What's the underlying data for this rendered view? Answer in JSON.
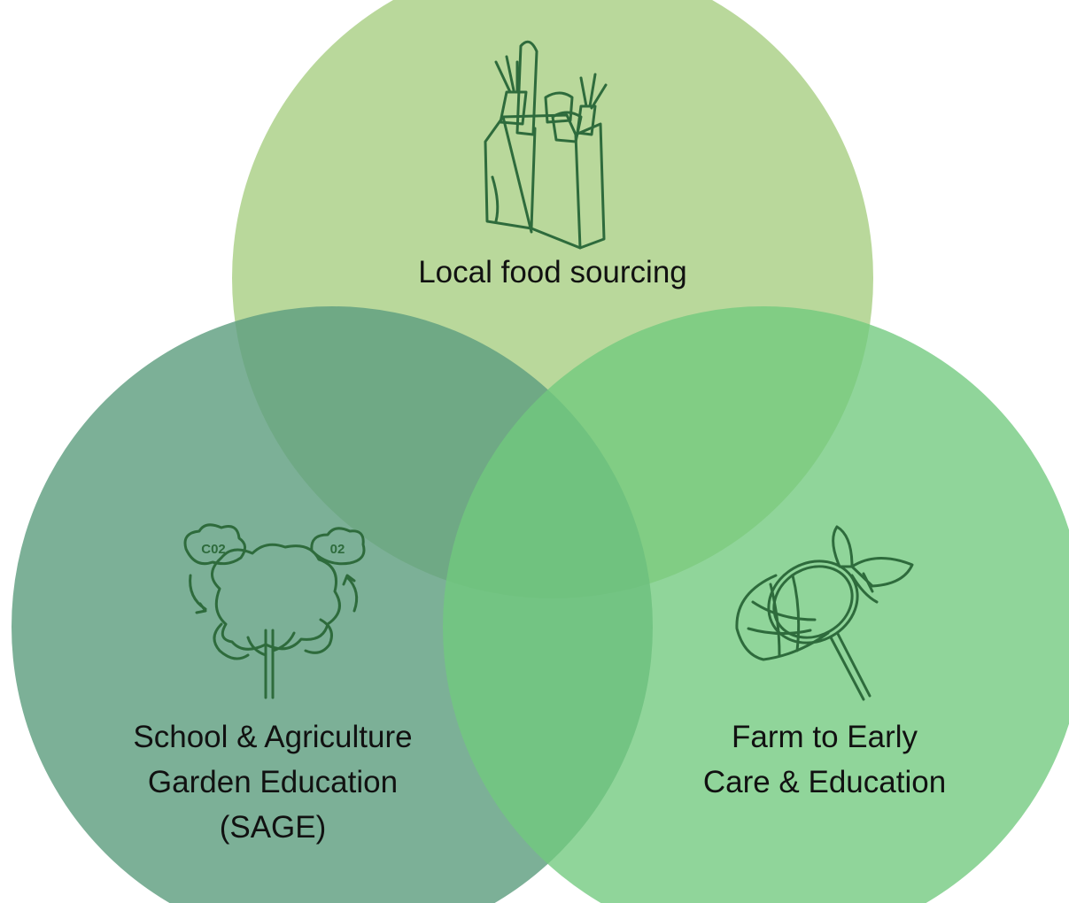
{
  "diagram": {
    "type": "venn",
    "colors": {
      "top_circle": "#a9cf85",
      "left_circle": "#5f9f80",
      "right_circle": "#71c97d",
      "icon_stroke": "#2e6b3c",
      "text": "#111111",
      "background": "#ffffff"
    },
    "circles": [
      {
        "id": "top",
        "icon": "grocery-bag-icon",
        "lines": [
          "Local food sourcing"
        ]
      },
      {
        "id": "left",
        "icon": "tree-co2-o2-icon",
        "icon_text": {
          "left_cloud": "C02",
          "right_cloud": "02"
        },
        "lines": [
          "School & Agriculture",
          "Garden Education",
          "(SAGE)"
        ]
      },
      {
        "id": "right",
        "icon": "butterfly-net-icon",
        "lines": [
          "Farm to Early",
          "Care & Education"
        ]
      }
    ]
  }
}
